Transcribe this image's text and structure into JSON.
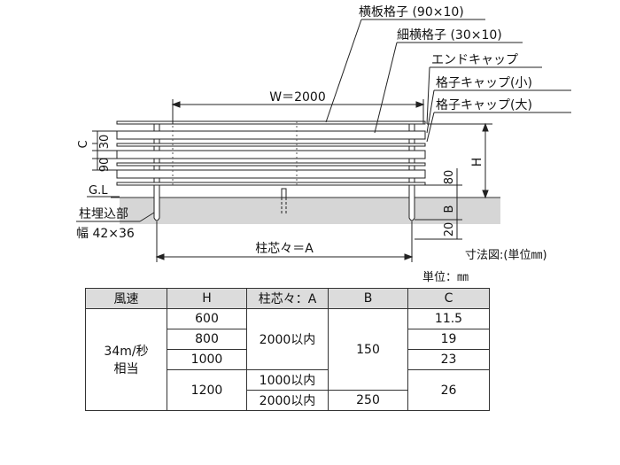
{
  "callouts": {
    "yokoita": "横板格子 (90×10)",
    "hosoyoko": "細横格子 (30×10)",
    "endcap": "エンドキャップ",
    "cap_small": "格子キャップ(小)",
    "cap_large": "格子キャップ(大)"
  },
  "dims": {
    "width": "W＝2000",
    "c": "C",
    "d30": "30",
    "d90": "90",
    "h": "H",
    "d80": "80",
    "b": "B",
    "d20": "20",
    "pitch": "柱芯々＝A"
  },
  "labels": {
    "gl": "G.L",
    "embed": "柱埋込部",
    "embed_width": "幅 42×36"
  },
  "notes": {
    "figure_units": "寸法図:(単位㎜)",
    "table_units": "単位：㎜"
  },
  "table": {
    "headers": [
      "風速",
      "H",
      "柱芯々：A",
      "B",
      "C"
    ],
    "wind": [
      "34m/秒",
      "相当"
    ],
    "h": [
      "600",
      "800",
      "1000",
      "1200"
    ],
    "a": [
      "2000以内",
      "1000以内",
      "2000以内"
    ],
    "b": [
      "150",
      "250"
    ],
    "c": [
      "11.5",
      "19",
      "23",
      "26"
    ]
  },
  "colors": {
    "ground": "#d6d6d6",
    "header_bg": "#dcdcdc",
    "line": "#222222"
  }
}
